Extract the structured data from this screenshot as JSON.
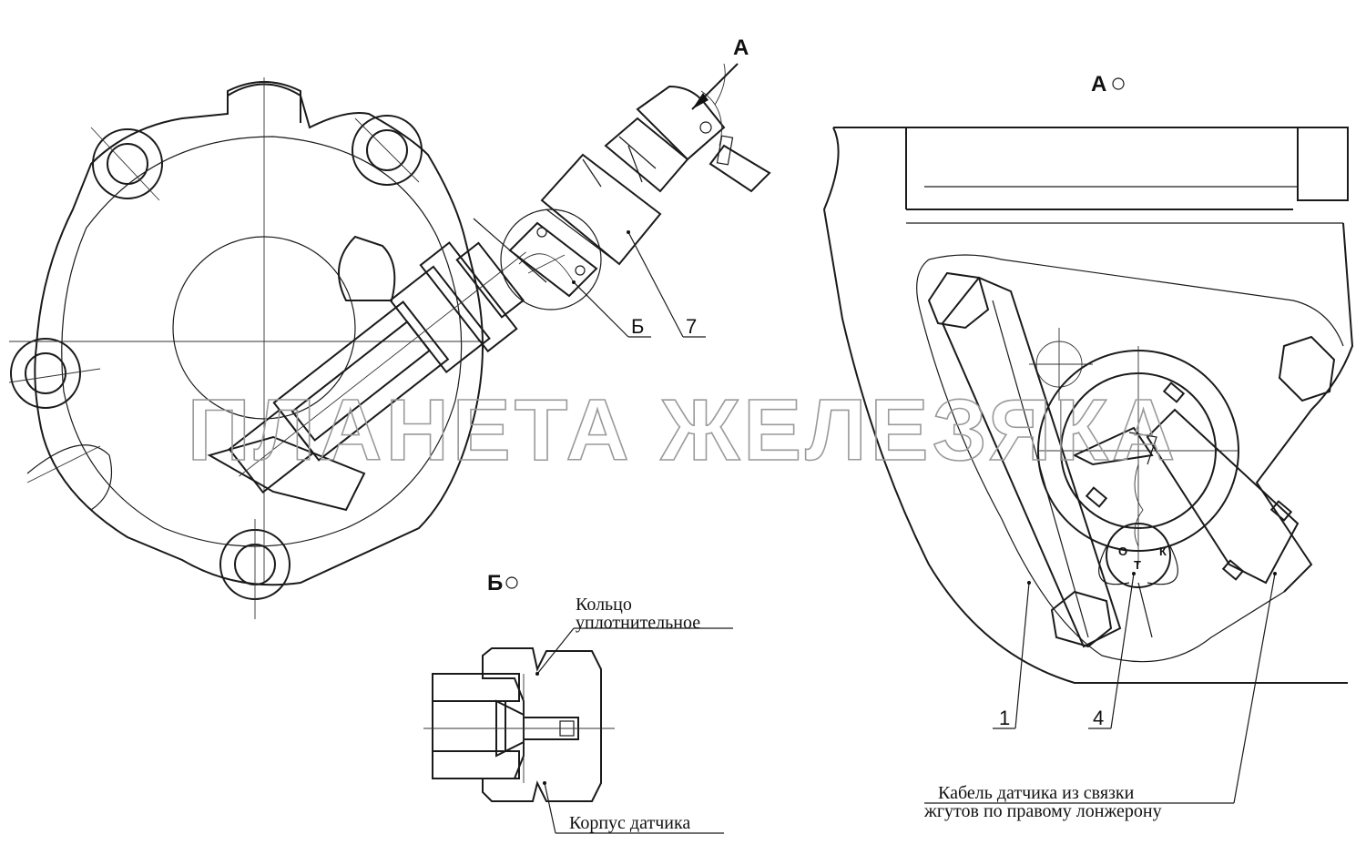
{
  "watermark": "ПЛАНЕТА ЖЕЛЕЗЯКА",
  "views": {
    "arrow_a": "А",
    "view_a": "А",
    "view_b": "Б"
  },
  "callouts": {
    "b": "Б",
    "seven": "7",
    "one": "1",
    "four": "4"
  },
  "gauge_letters": [
    "О",
    "Т",
    "К"
  ],
  "notes": {
    "ring_line1": "Кольцо",
    "ring_line2": "уплотнительное",
    "body": "Корпус датчика",
    "cable_line1": "Кабель датчика из связки",
    "cable_line2": "жгутов по правому лонжерону"
  }
}
